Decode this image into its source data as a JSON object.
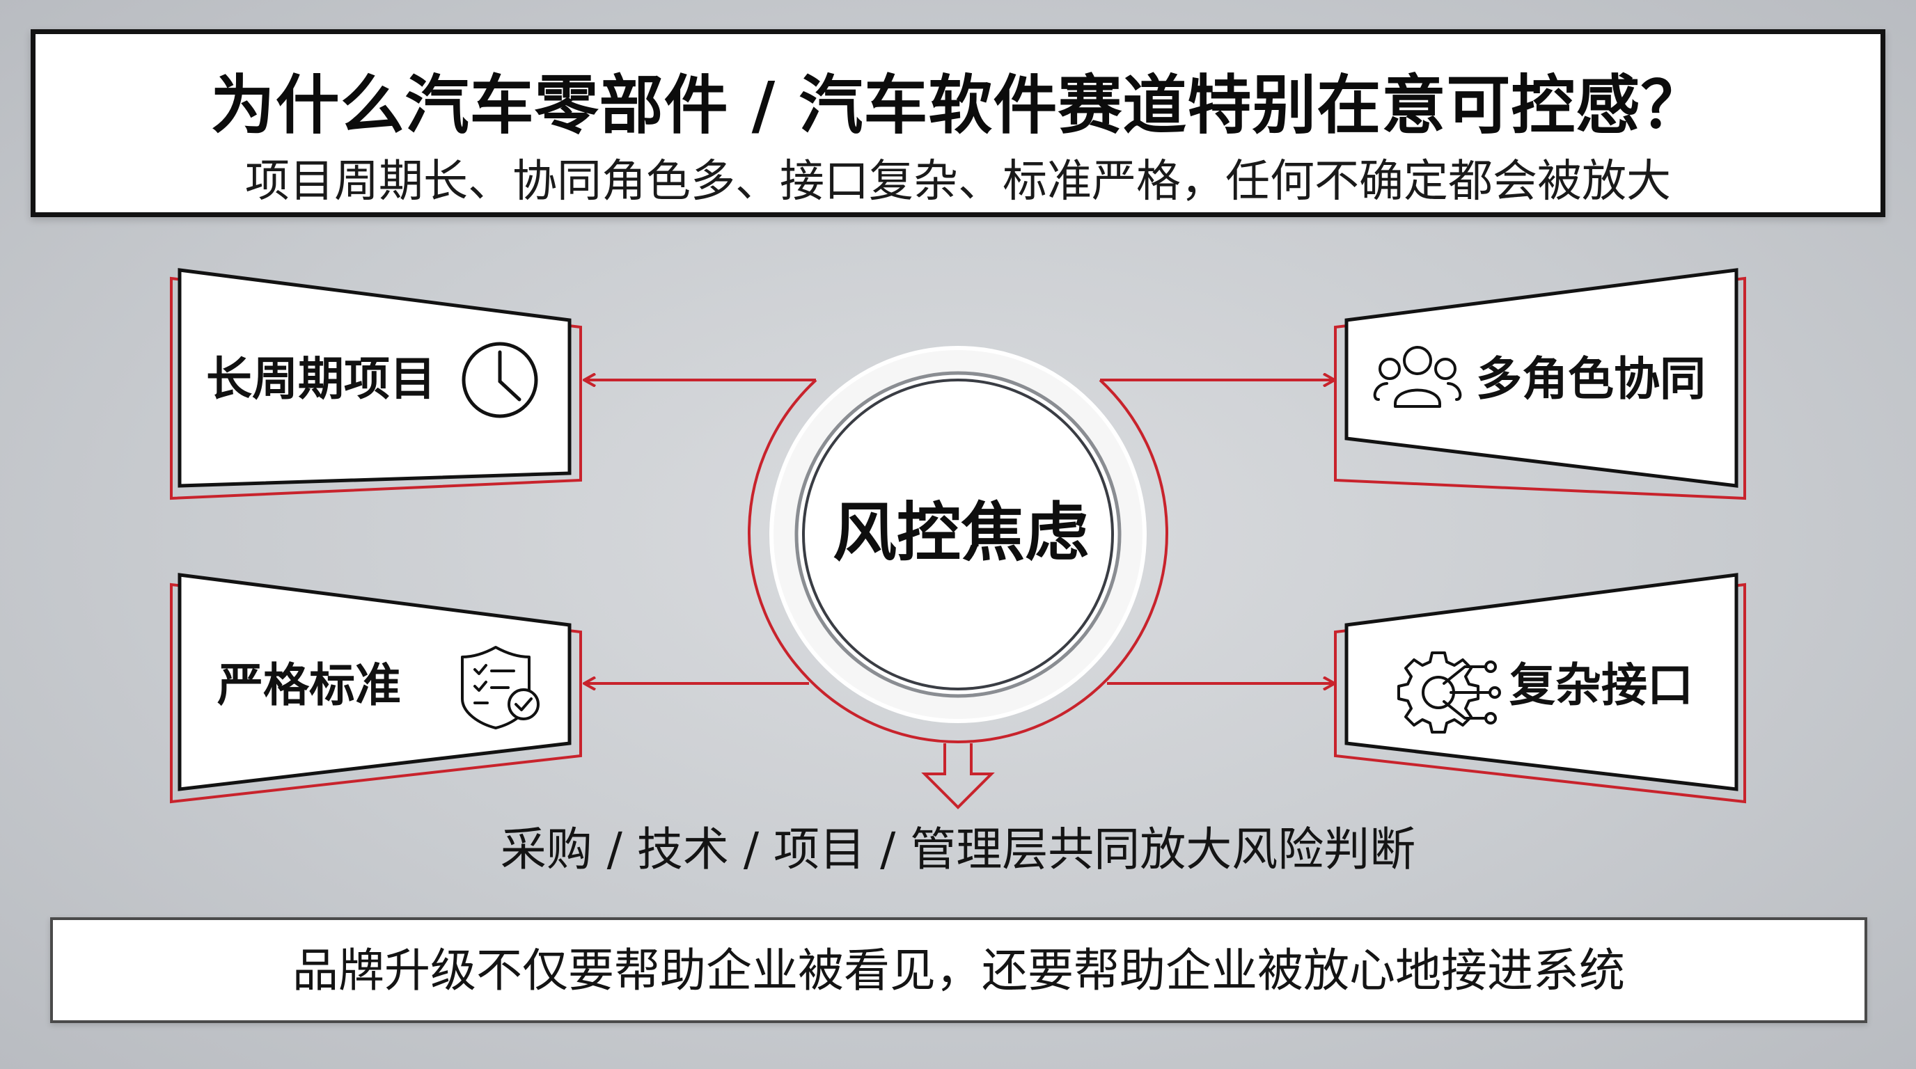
{
  "header": {
    "title": "为什么汽车零部件 / 汽车软件赛道特别在意可控感？",
    "subtitle": "项目周期长、协同角色多、接口复杂、标准严格，任何不确定都会被放大"
  },
  "center": {
    "label": "风控焦虑"
  },
  "factors": [
    {
      "label": "长周期项目",
      "icon": "clock-icon"
    },
    {
      "label": "多角色协同",
      "icon": "people-group-icon"
    },
    {
      "label": "严格标准",
      "icon": "shield-checklist-icon"
    },
    {
      "label": "复杂接口",
      "icon": "gear-network-icon"
    }
  ],
  "caption": "采购 / 技术 / 项目 / 管理层共同放大风险判断",
  "footer": {
    "text": "品牌升级不仅要帮助企业被看见，还要帮助企业被放心地接进系统"
  },
  "colors": {
    "accent_red": "#c8232c",
    "frame_dark": "#121212",
    "background": "#c9ccd0"
  }
}
